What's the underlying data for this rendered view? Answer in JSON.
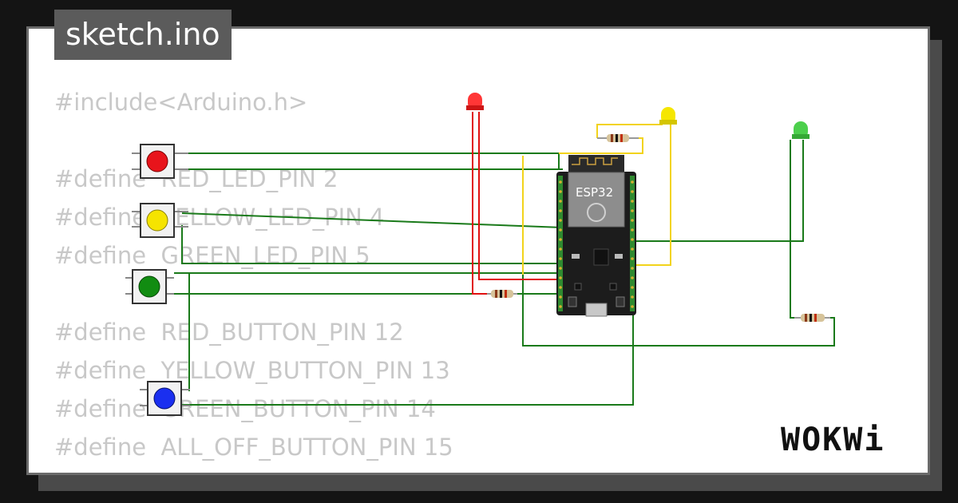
{
  "tab": {
    "title": "sketch.ino"
  },
  "code_lines": [
    "#include<Arduino.h>",
    "",
    "#define  RED_LED_PIN 2",
    "#define  YELLOW_LED_PIN 4",
    "#define  GREEN_LED_PIN 5",
    "",
    "#define  RED_BUTTON_PIN 12",
    "#define  YELLOW_BUTTON_PIN 13",
    "#define  GREEN_BUTTON_PIN 14",
    "#define  ALL_OFF_BUTTON_PIN 15"
  ],
  "board": {
    "label": "ESP32"
  },
  "logo": {
    "text": "WOKWi"
  },
  "colors": {
    "background": "#141414",
    "card": "#ffffff",
    "wire_green": "#1a7a1a",
    "wire_red": "#e01010",
    "wire_yellow": "#f2d31b",
    "led_red": "#ff2020",
    "led_yellow": "#f5e600",
    "led_green": "#4ccf4c",
    "button_red": "#e8141b",
    "button_yellow": "#f5e400",
    "button_green": "#118c11",
    "button_blue": "#1a2ff0"
  }
}
